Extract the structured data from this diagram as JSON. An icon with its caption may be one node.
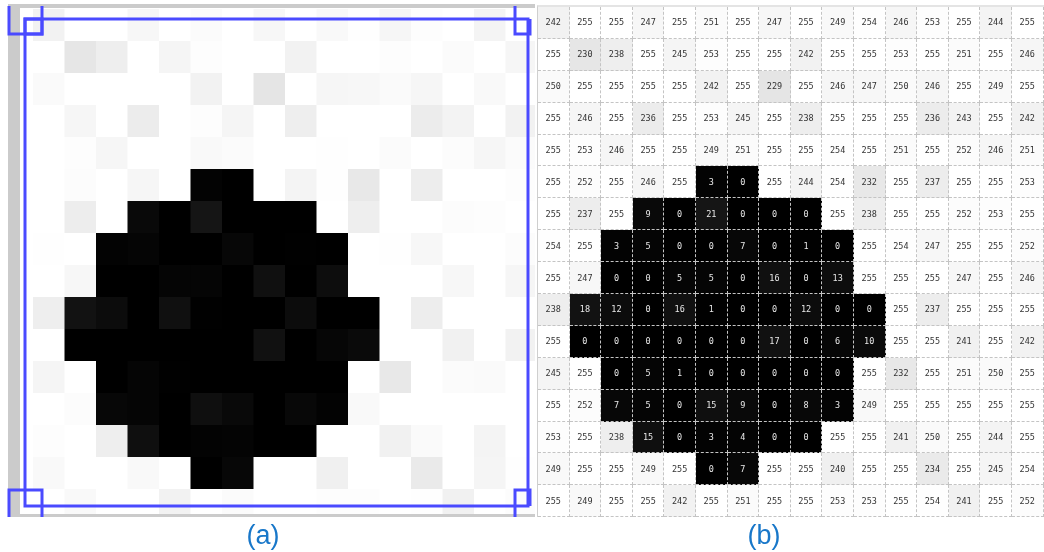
{
  "diagram": {
    "labels": [
      "242",
      "255",
      "255",
      "247",
      "255",
      "251",
      "255",
      "247",
      "255",
      "249",
      "254",
      "246",
      "253",
      "255",
      "244",
      "255",
      "255",
      "230",
      "238",
      "255",
      "245",
      "253",
      "255",
      "255",
      "242",
      "255",
      "255",
      "253",
      "255",
      "251",
      "255",
      "246",
      "250",
      "255",
      "255",
      "255",
      "255",
      "242",
      "255",
      "229",
      "255",
      "246",
      "247",
      "250",
      "246",
      "255",
      "249",
      "255",
      "255",
      "246",
      "255",
      "236",
      "255",
      "253",
      "245",
      "255",
      "238",
      "255",
      "255",
      "255",
      "236",
      "243",
      "255",
      "242",
      "255",
      "253",
      "246",
      "255",
      "255",
      "249",
      "251",
      "255",
      "255",
      "254",
      "255",
      "251",
      "255",
      "252",
      "246",
      "251",
      "255",
      "252",
      "255",
      "246",
      "255",
      "3",
      "0",
      "255",
      "244",
      "254",
      "232",
      "255",
      "237",
      "255",
      "255",
      "253",
      "255",
      "237",
      "255",
      "9",
      "0",
      "21",
      "0",
      "0",
      "0",
      "255",
      "238",
      "255",
      "255",
      "252",
      "253",
      "255",
      "254",
      "255",
      "3",
      "5",
      "0",
      "0",
      "7",
      "0",
      "1",
      "0",
      "255",
      "254",
      "247",
      "255",
      "255",
      "252",
      "255",
      "247",
      "0",
      "0",
      "5",
      "5",
      "0",
      "16",
      "0",
      "13",
      "255",
      "255",
      "255",
      "247",
      "255",
      "246",
      "238",
      "18",
      "12",
      "0",
      "16",
      "1",
      "0",
      "0",
      "12",
      "0",
      "0",
      "255",
      "237",
      "255",
      "255",
      "255",
      "255",
      "0",
      "0",
      "0",
      "0",
      "0",
      "0",
      "17",
      "0",
      "6",
      "10",
      "255",
      "255",
      "241",
      "255",
      "242",
      "245",
      "255",
      "0",
      "5",
      "1",
      "0",
      "0",
      "0",
      "0",
      "0",
      "255",
      "232",
      "255",
      "251",
      "250",
      "255",
      "255",
      "252",
      "7",
      "5",
      "0",
      "15",
      "9",
      "0",
      "8",
      "3",
      "249",
      "255",
      "255",
      "255",
      "255",
      "255",
      "253",
      "255",
      "238",
      "15",
      "0",
      "3",
      "4",
      "0",
      "0",
      "255",
      "255",
      "241",
      "250",
      "255",
      "244",
      "255",
      "249",
      "255",
      "255",
      "249",
      "255",
      "0",
      "7",
      "255",
      "255",
      "240",
      "255",
      "255",
      "234",
      "255",
      "245",
      "254",
      "255",
      "249",
      "255",
      "255",
      "242",
      "255",
      "251",
      "255",
      "255",
      "253",
      "253",
      "255",
      "254",
      "241",
      "255",
      "252",
      "(a)",
      "(b)"
    ]
  }
}
